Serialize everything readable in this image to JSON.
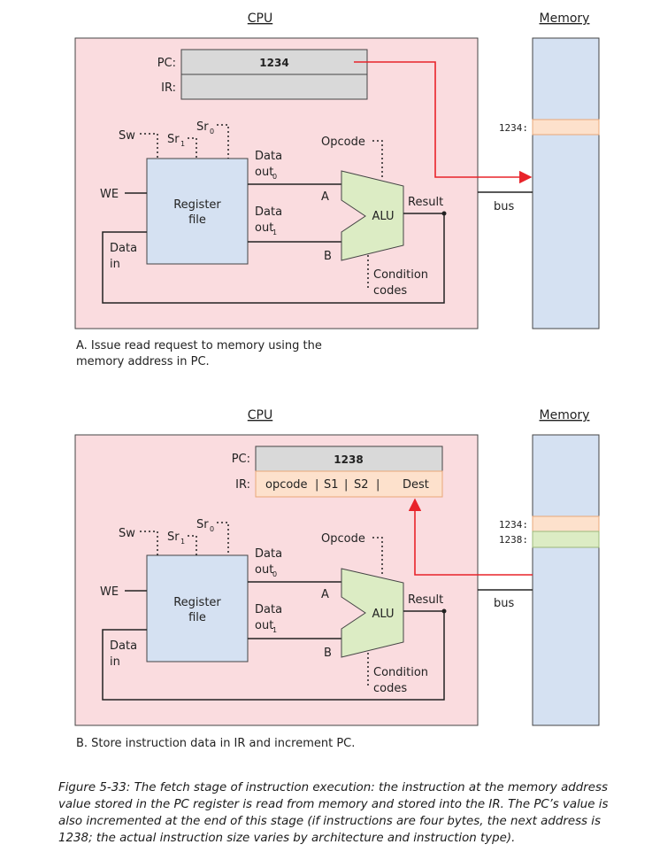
{
  "panels": [
    {
      "cpu_label": "CPU",
      "memory_label": "Memory",
      "pc_label": "PC:",
      "pc_value": "1234",
      "ir_label": "IR:",
      "ir_fields": [
        "",
        "",
        "",
        ""
      ],
      "sr0": "Sr",
      "sr0_sub": "0",
      "sr1": "Sr",
      "sr1_sub": "1",
      "sw": "Sw",
      "we": "WE",
      "regfile": [
        "Register",
        "file"
      ],
      "data_out0": [
        "Data",
        "out",
        "0"
      ],
      "data_out1": [
        "Data",
        "out",
        "1"
      ],
      "data_in": [
        "Data",
        "in"
      ],
      "opcode": "Opcode",
      "alu": "ALU",
      "port_a": "A",
      "port_b": "B",
      "result": "Result",
      "condition_codes": [
        "Condition",
        "codes"
      ],
      "bus": "bus",
      "mem_addresses": [
        "1234:"
      ],
      "caption": [
        "A. Issue read request to memory using the",
        "memory address in PC."
      ]
    },
    {
      "cpu_label": "CPU",
      "memory_label": "Memory",
      "pc_label": "PC:",
      "pc_value": "1238",
      "ir_label": "IR:",
      "ir_fields": [
        "opcode",
        "S1",
        "S2",
        "Dest"
      ],
      "sr0": "Sr",
      "sr0_sub": "0",
      "sr1": "Sr",
      "sr1_sub": "1",
      "sw": "Sw",
      "we": "WE",
      "regfile": [
        "Register",
        "file"
      ],
      "data_out0": [
        "Data",
        "out",
        "0"
      ],
      "data_out1": [
        "Data",
        "out",
        "1"
      ],
      "data_in": [
        "Data",
        "in"
      ],
      "opcode": "Opcode",
      "alu": "ALU",
      "port_a": "A",
      "port_b": "B",
      "result": "Result",
      "condition_codes": [
        "Condition",
        "codes"
      ],
      "bus": "bus",
      "mem_addresses": [
        "1234:",
        "1238:"
      ],
      "caption": [
        "B. Store instruction data in IR and increment PC."
      ]
    }
  ],
  "figure_caption": "Figure 5-33: The fetch stage of instruction execution: the instruction at the memory address value stored in the PC register is read from memory and stored into the IR. The PC’s value is also incremented at the end of this stage (if instructions are four bytes, the next address is 1238; the actual instruction size varies by architecture and instruction type).",
  "colors": {
    "cpu_fill": "#fadcdf",
    "memory_fill": "#d5e1f2",
    "regfile_fill": "#d5e1f2",
    "alu_fill": "#dcecc4",
    "register_fill": "#d9d9d9",
    "ir_loaded_fill": "#fde1cc",
    "mem_1234_fill": "#fde1cc",
    "mem_1238_fill": "#dcecc4",
    "arrow": "#e8232a",
    "line": "#222222"
  }
}
